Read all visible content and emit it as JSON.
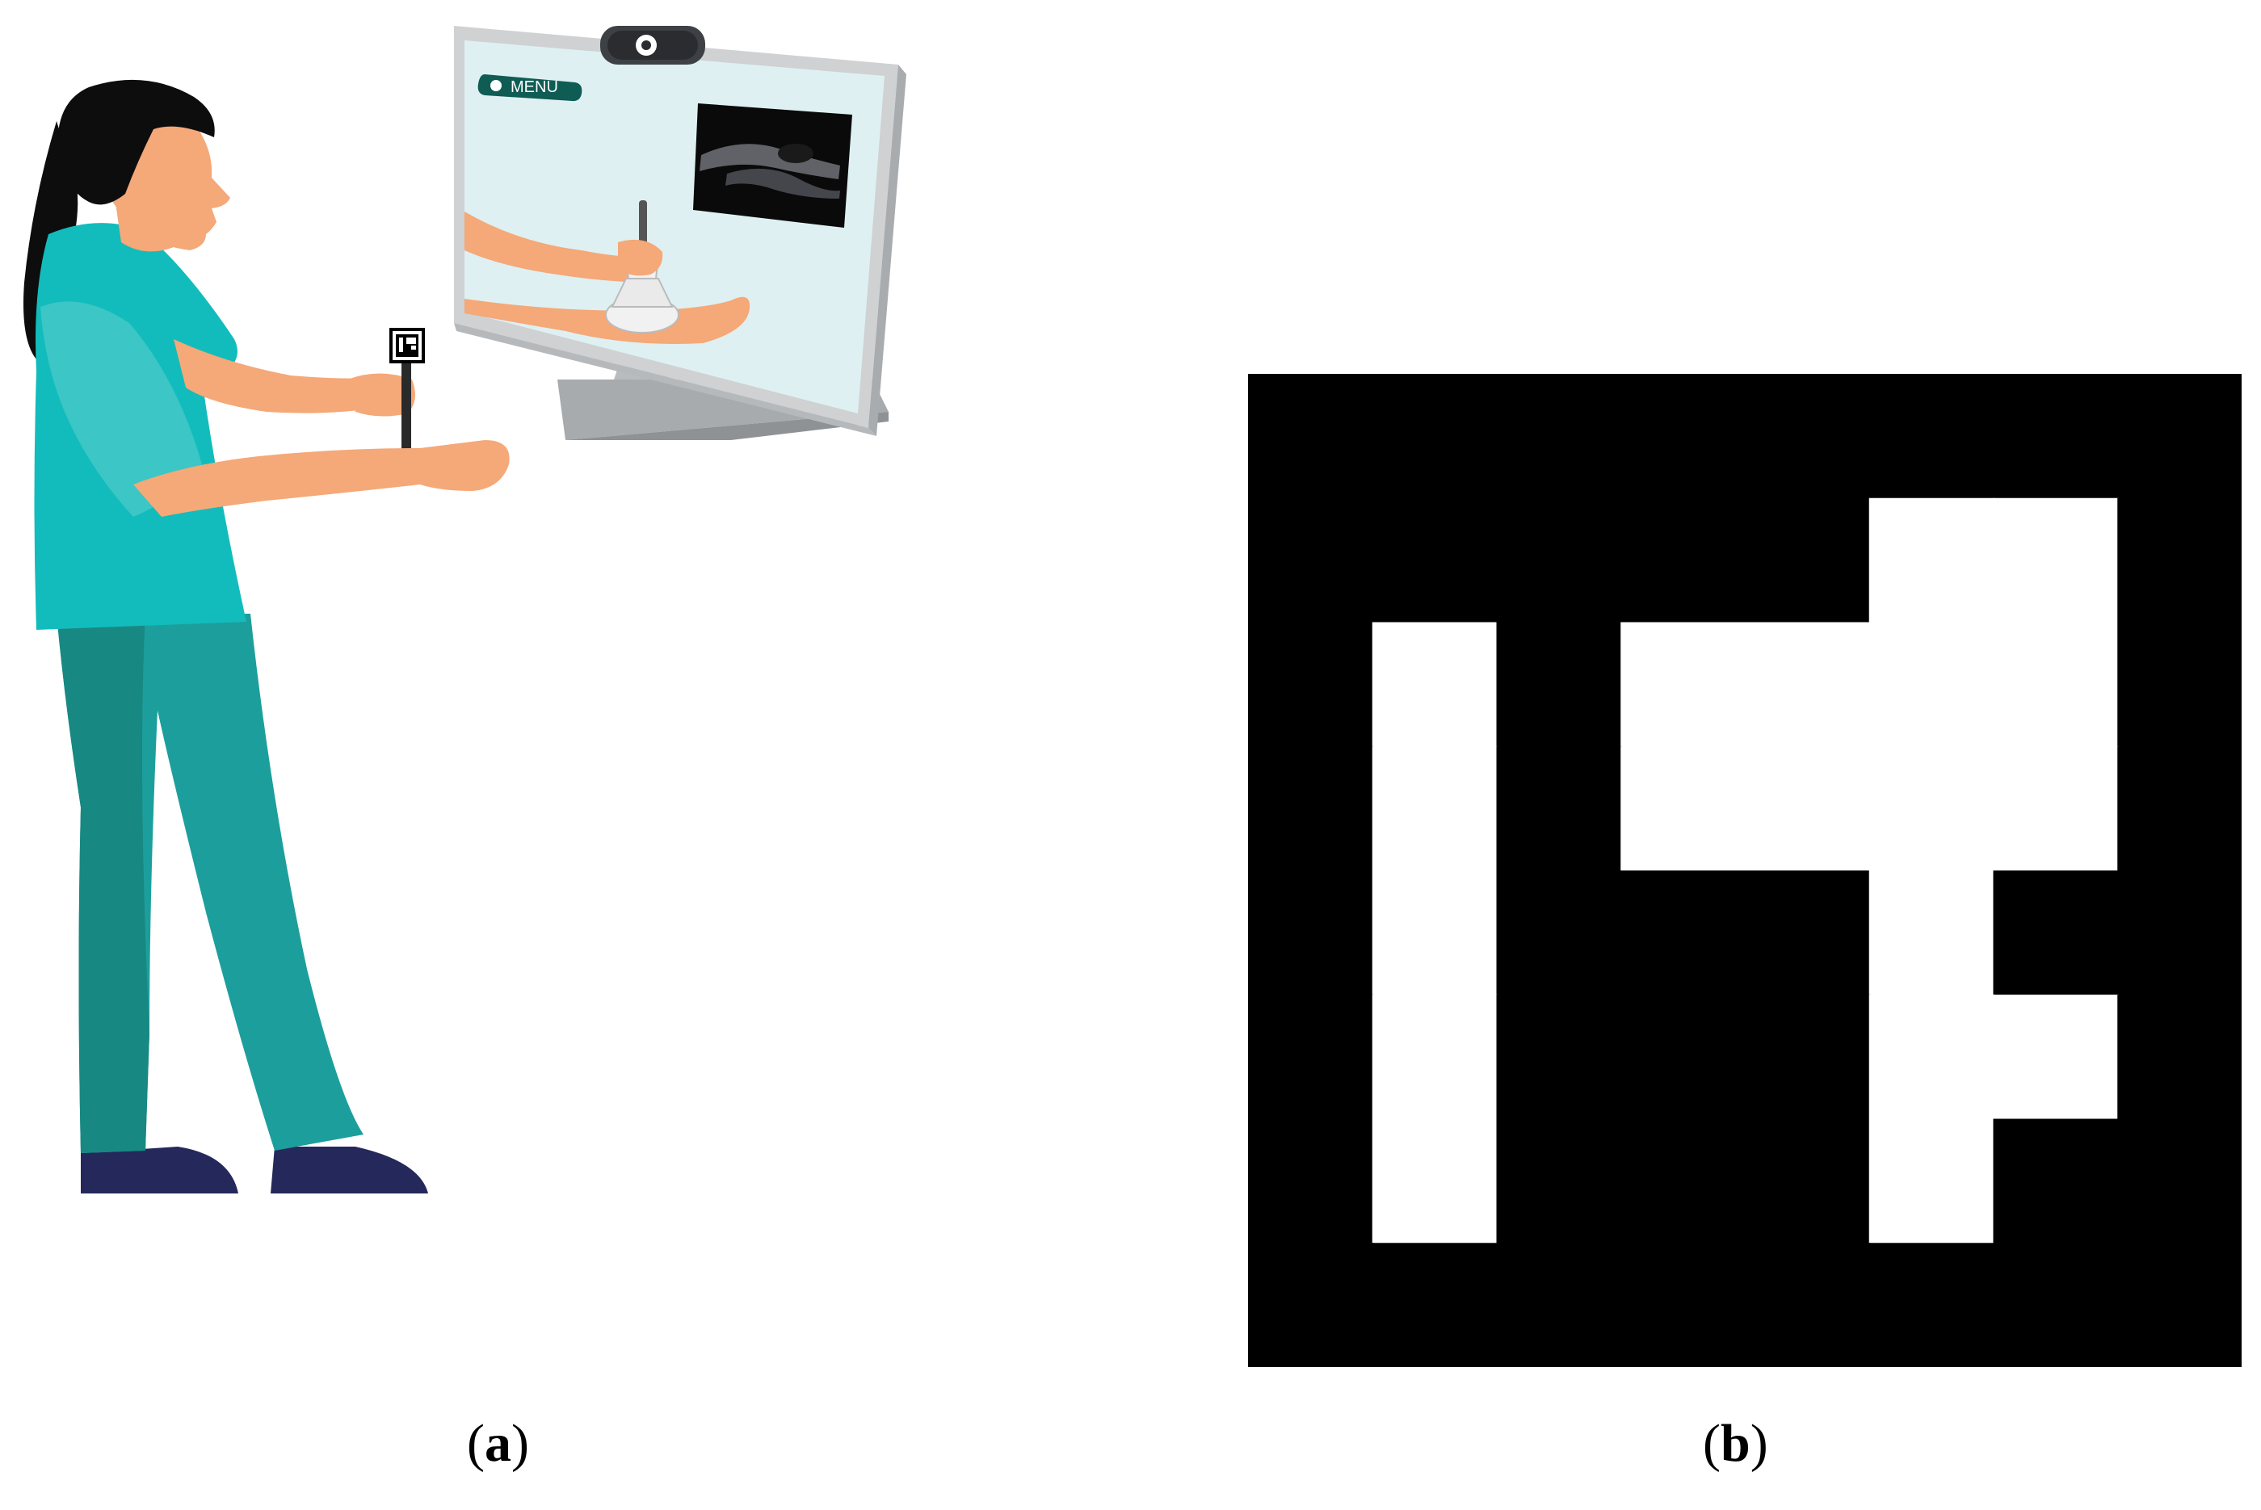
{
  "panels": [
    {
      "id": "a",
      "label": "a"
    },
    {
      "id": "b",
      "label": "b"
    }
  ],
  "screen": {
    "menu_label": "MENU"
  },
  "marker": {
    "rows": 8,
    "cols": 8,
    "grid": [
      [
        0,
        0,
        0,
        0,
        0,
        0,
        0,
        0
      ],
      [
        0,
        0,
        0,
        0,
        0,
        1,
        1,
        0
      ],
      [
        0,
        1,
        0,
        1,
        1,
        1,
        1,
        0
      ],
      [
        0,
        1,
        0,
        1,
        1,
        1,
        1,
        0
      ],
      [
        0,
        1,
        0,
        0,
        0,
        1,
        0,
        0
      ],
      [
        0,
        1,
        0,
        0,
        0,
        1,
        1,
        0
      ],
      [
        0,
        1,
        0,
        0,
        0,
        1,
        0,
        0
      ],
      [
        0,
        0,
        0,
        0,
        0,
        0,
        0,
        0
      ]
    ],
    "black": "#000000",
    "white": "#ffffff"
  },
  "colors": {
    "shirt": "#12bcbc",
    "pants": "#1c9f9c",
    "skin": "#f5a878",
    "hair": "#0d0d0d",
    "shoes": "#24285a",
    "monitor_frame": "#cfd1d3",
    "screen_bg": "#dff0f2"
  }
}
